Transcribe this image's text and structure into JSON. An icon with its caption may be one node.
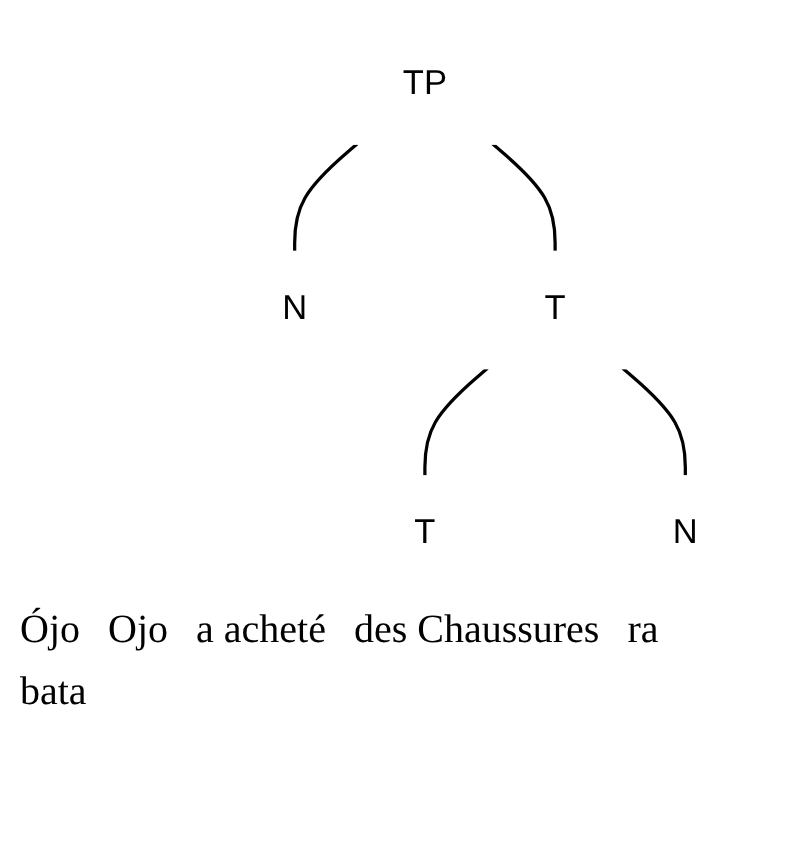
{
  "diagram": {
    "nodes": [
      {
        "text": [
          "TP"
        ]
      },
      {
        "text": [
          "N"
        ]
      },
      {
        "text": [
          "T"
        ]
      },
      {
        "text": [
          "T"
        ]
      },
      {
        "text": [
          "N"
        ]
      }
    ],
    "edges": [
      {
        "from": 0,
        "to": 1,
        "arrow": "none"
      },
      {
        "from": 0,
        "to": 2,
        "arrow": "none"
      },
      {
        "from": 2,
        "to": 3,
        "arrow": "none"
      },
      {
        "from": 2,
        "to": 4,
        "arrow": "none"
      }
    ],
    "labels": [
      "Ójo",
      "Ojo",
      "a acheté",
      "des Chaussures",
      "ra",
      "bata"
    ]
  }
}
